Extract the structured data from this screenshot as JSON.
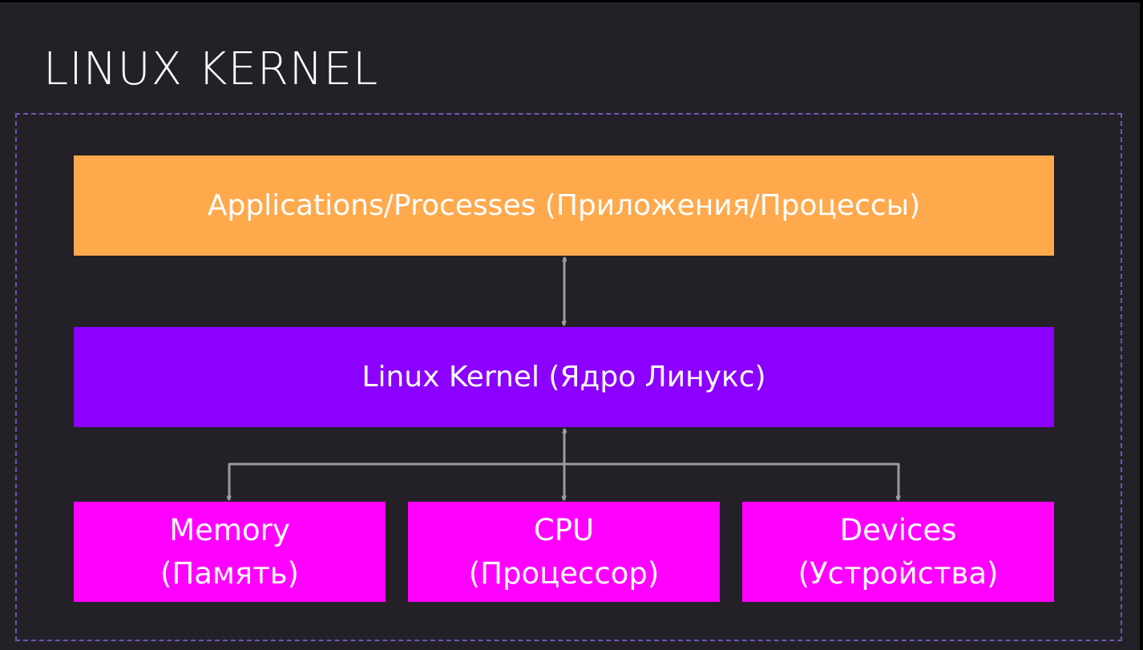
{
  "title": "LINUX KERNEL",
  "layers": {
    "applications": "Applications/Processes (Приложения/Процессы)",
    "kernel": "Linux Kernel (Ядро Линукс)"
  },
  "hardware": [
    {
      "name": "Memory",
      "name_ru": "(Память)"
    },
    {
      "name": "CPU",
      "name_ru": "(Процессор)"
    },
    {
      "name": "Devices",
      "name_ru": "(Устройства)"
    }
  ],
  "colors": {
    "background": "#232127",
    "frame": "#6e56b8",
    "applications": "#ffa94d",
    "kernel": "#8c00ff",
    "hardware": "#ff00ff",
    "connector": "#9a9a9a",
    "text": "#ffffff"
  }
}
